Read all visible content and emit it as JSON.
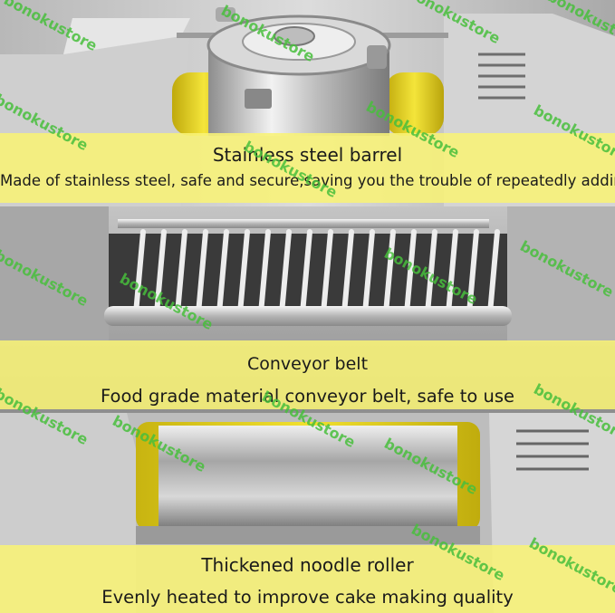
{
  "panels": [
    {
      "title": "Stainless steel barrel",
      "subtitle": "Made of stainless steel, safe and secure,saving you the trouble of repeatedly adding materials"
    },
    {
      "title": "Conveyor belt",
      "subtitle": "Food grade material conveyor belt, safe to use"
    },
    {
      "title": "Thickened noodle roller",
      "subtitle": "Evenly heated to improve cake making quality"
    }
  ],
  "watermark": "bonokustore",
  "colors": {
    "caption_band": "#f8f376",
    "watermark": "#48be3c",
    "steel": "#c9c9c9",
    "yellow_film": "#e8d426"
  }
}
